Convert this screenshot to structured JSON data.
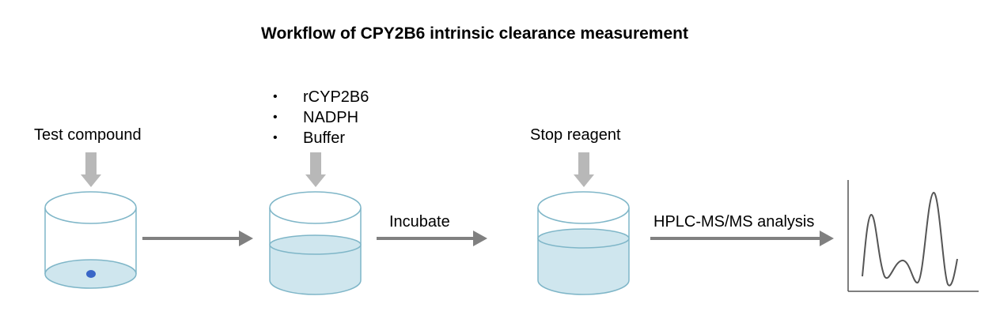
{
  "title": "Workflow of CPY2B6 intrinsic clearance measurement",
  "steps": {
    "test_compound": "Test compound",
    "reagents": [
      "rCYP2B6",
      "NADPH",
      "Buffer"
    ],
    "incubate": "Incubate",
    "stop_reagent": "Stop reagent",
    "analysis": "HPLC-MS/MS analysis"
  },
  "colors": {
    "liquid": "#cfe6ee",
    "vessel_outline": "#7fb6c8",
    "arrow": "#808080",
    "down_arrow": "#b8b8b8",
    "compound_dot": "#3a66c7",
    "trace": "#555555"
  }
}
